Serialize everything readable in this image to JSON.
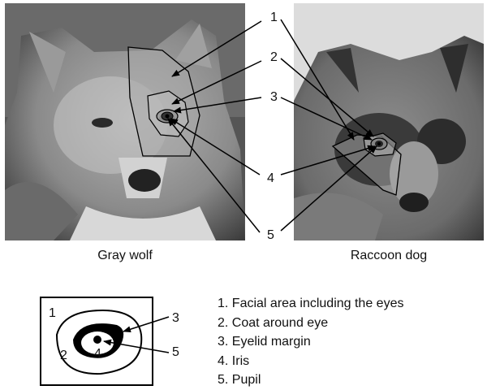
{
  "figure": {
    "left_caption": "Gray wolf",
    "right_caption": "Raccoon dog",
    "callout_numbers": [
      "1",
      "2",
      "3",
      "4",
      "5"
    ],
    "schematic_numbers": [
      "1",
      "2",
      "3",
      "4",
      "5"
    ],
    "legend": [
      "1. Facial area including the eyes",
      "2. Coat around eye",
      "3. Eyelid margin",
      "4. Iris",
      "5. Pupil"
    ]
  }
}
